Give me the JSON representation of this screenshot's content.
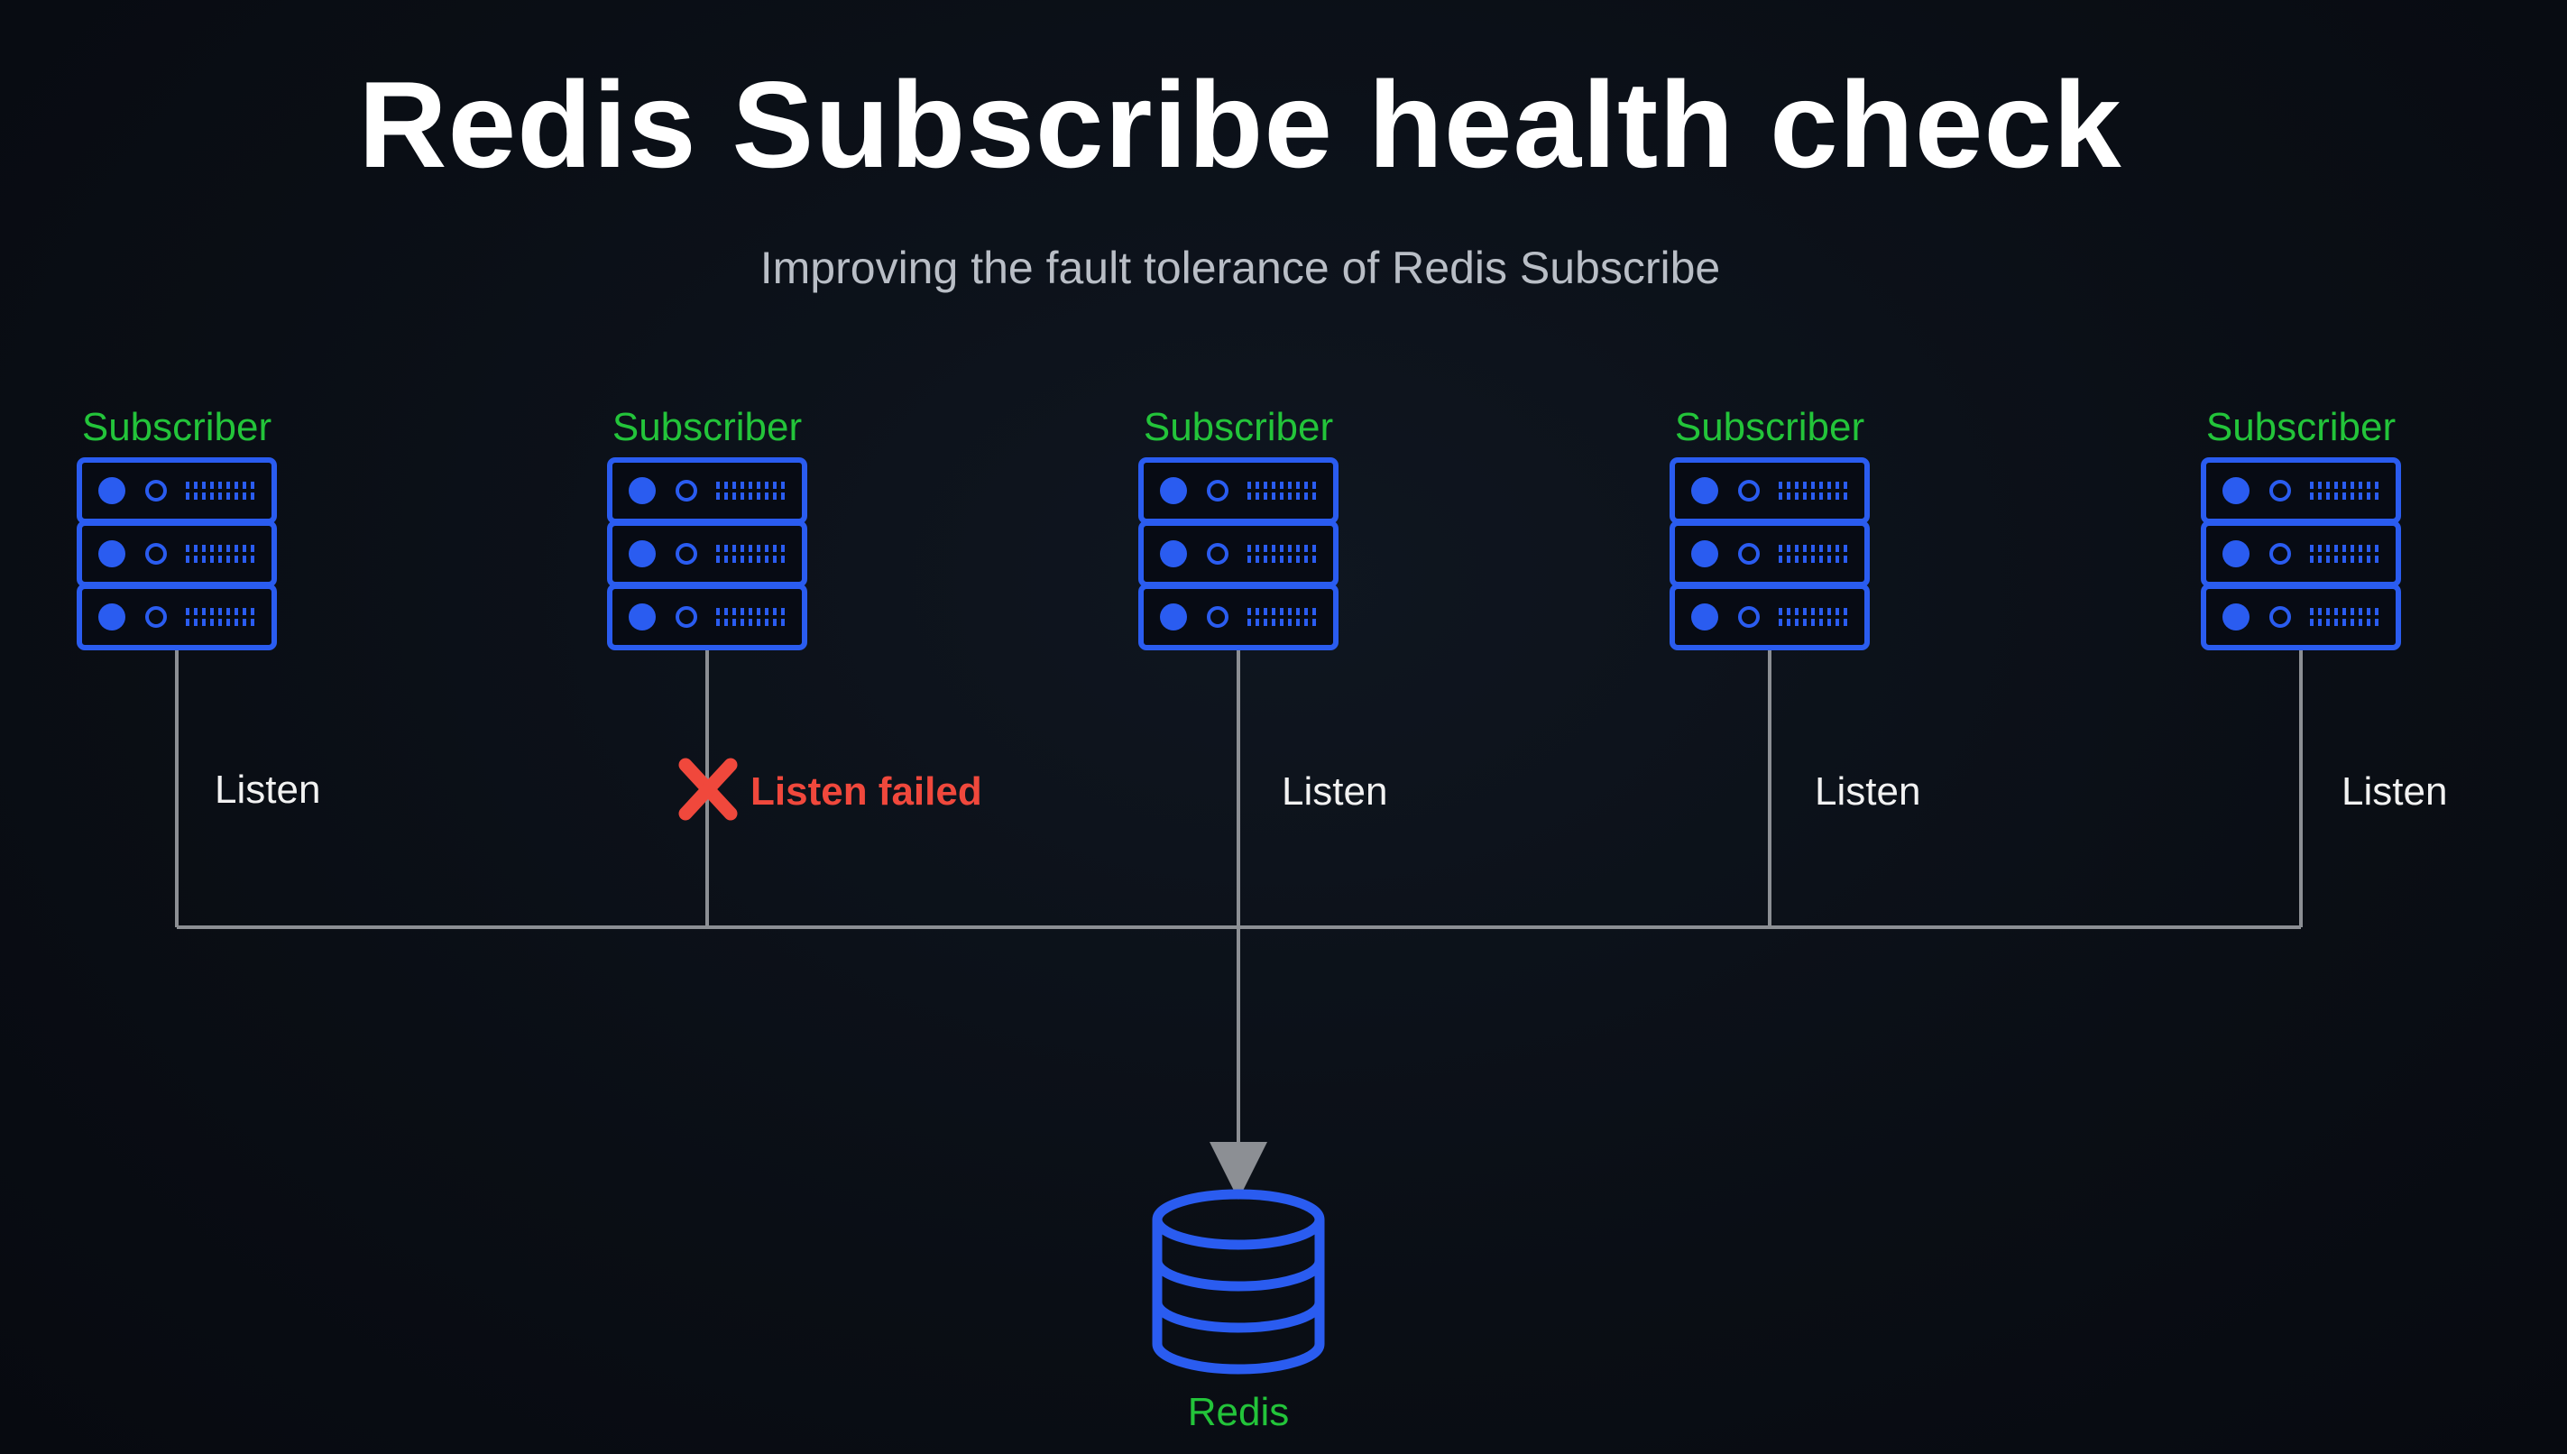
{
  "slide": {
    "title": "Redis Subscribe health check",
    "subtitle": "Improving the fault tolerance of Redis Subscribe"
  },
  "subscribers": [
    {
      "label": "Subscriber",
      "link_label": "Listen",
      "status": "ok"
    },
    {
      "label": "Subscriber",
      "link_label": "Listen failed",
      "status": "failed"
    },
    {
      "label": "Subscriber",
      "link_label": "Listen",
      "status": "ok"
    },
    {
      "label": "Subscriber",
      "link_label": "Listen",
      "status": "ok"
    },
    {
      "label": "Subscriber",
      "link_label": "Listen",
      "status": "ok"
    }
  ],
  "redis": {
    "label": "Redis"
  },
  "colors": {
    "server_blue": "#2a5cf0",
    "label_green": "#23c43a",
    "line_gray": "#8c8f94",
    "failed_red": "#f0483c"
  },
  "icons": {
    "server": "server-rack-icon",
    "failed": "x-mark-icon",
    "database": "database-icon"
  }
}
